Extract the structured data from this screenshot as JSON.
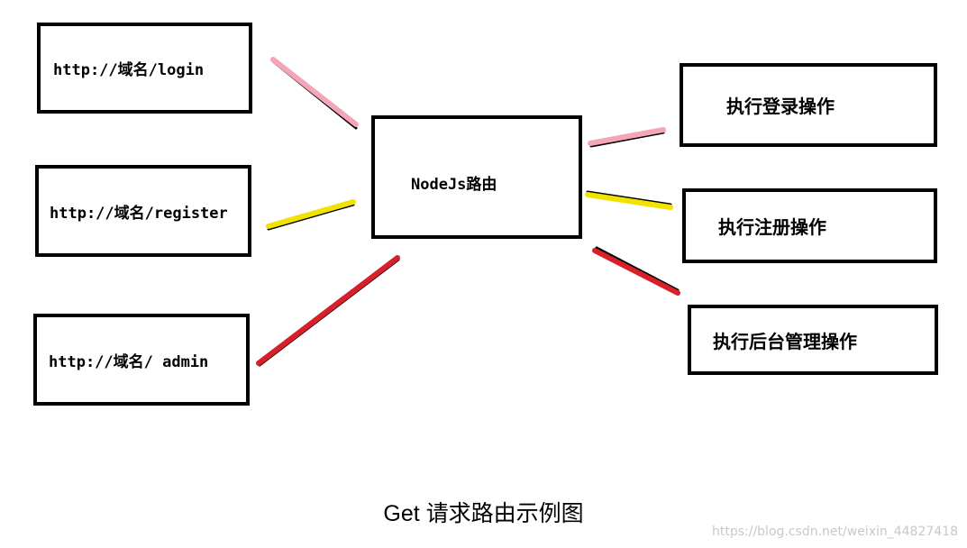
{
  "diagram": {
    "urls": [
      {
        "label": "http://域名/login",
        "line_color": "#f4a6b8"
      },
      {
        "label": "http://域名/register",
        "line_color": "#f2e200"
      },
      {
        "label": "http://域名/ admin",
        "line_color": "#d8202a"
      }
    ],
    "router": {
      "label": "NodeJs路由"
    },
    "actions": [
      {
        "label": "执行登录操作",
        "line_color": "#f4a6b8"
      },
      {
        "label": "执行注册操作",
        "line_color": "#f2e200"
      },
      {
        "label": "执行后台管理操作",
        "line_color": "#d8202a"
      }
    ],
    "caption": "Get 请求路由示例图",
    "watermark": "https://blog.csdn.net/weixin_44827418"
  }
}
